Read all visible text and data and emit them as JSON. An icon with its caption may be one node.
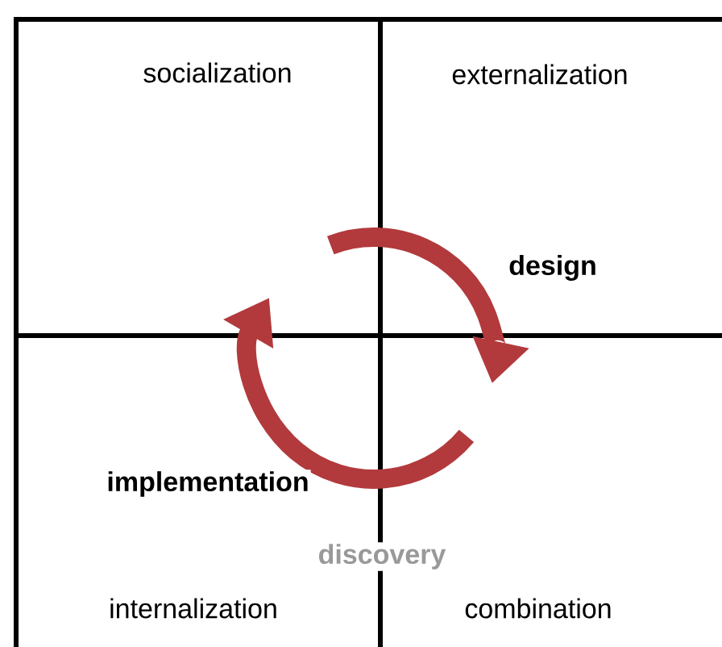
{
  "diagram": {
    "nodes": [
      {
        "text": [
          "socialization"
        ]
      },
      {
        "text": [
          "externalization"
        ]
      },
      {
        "text": [
          "internalization"
        ]
      },
      {
        "text": [
          "combination"
        ]
      }
    ],
    "labels": [
      "design",
      "implementation",
      "discovery"
    ]
  }
}
